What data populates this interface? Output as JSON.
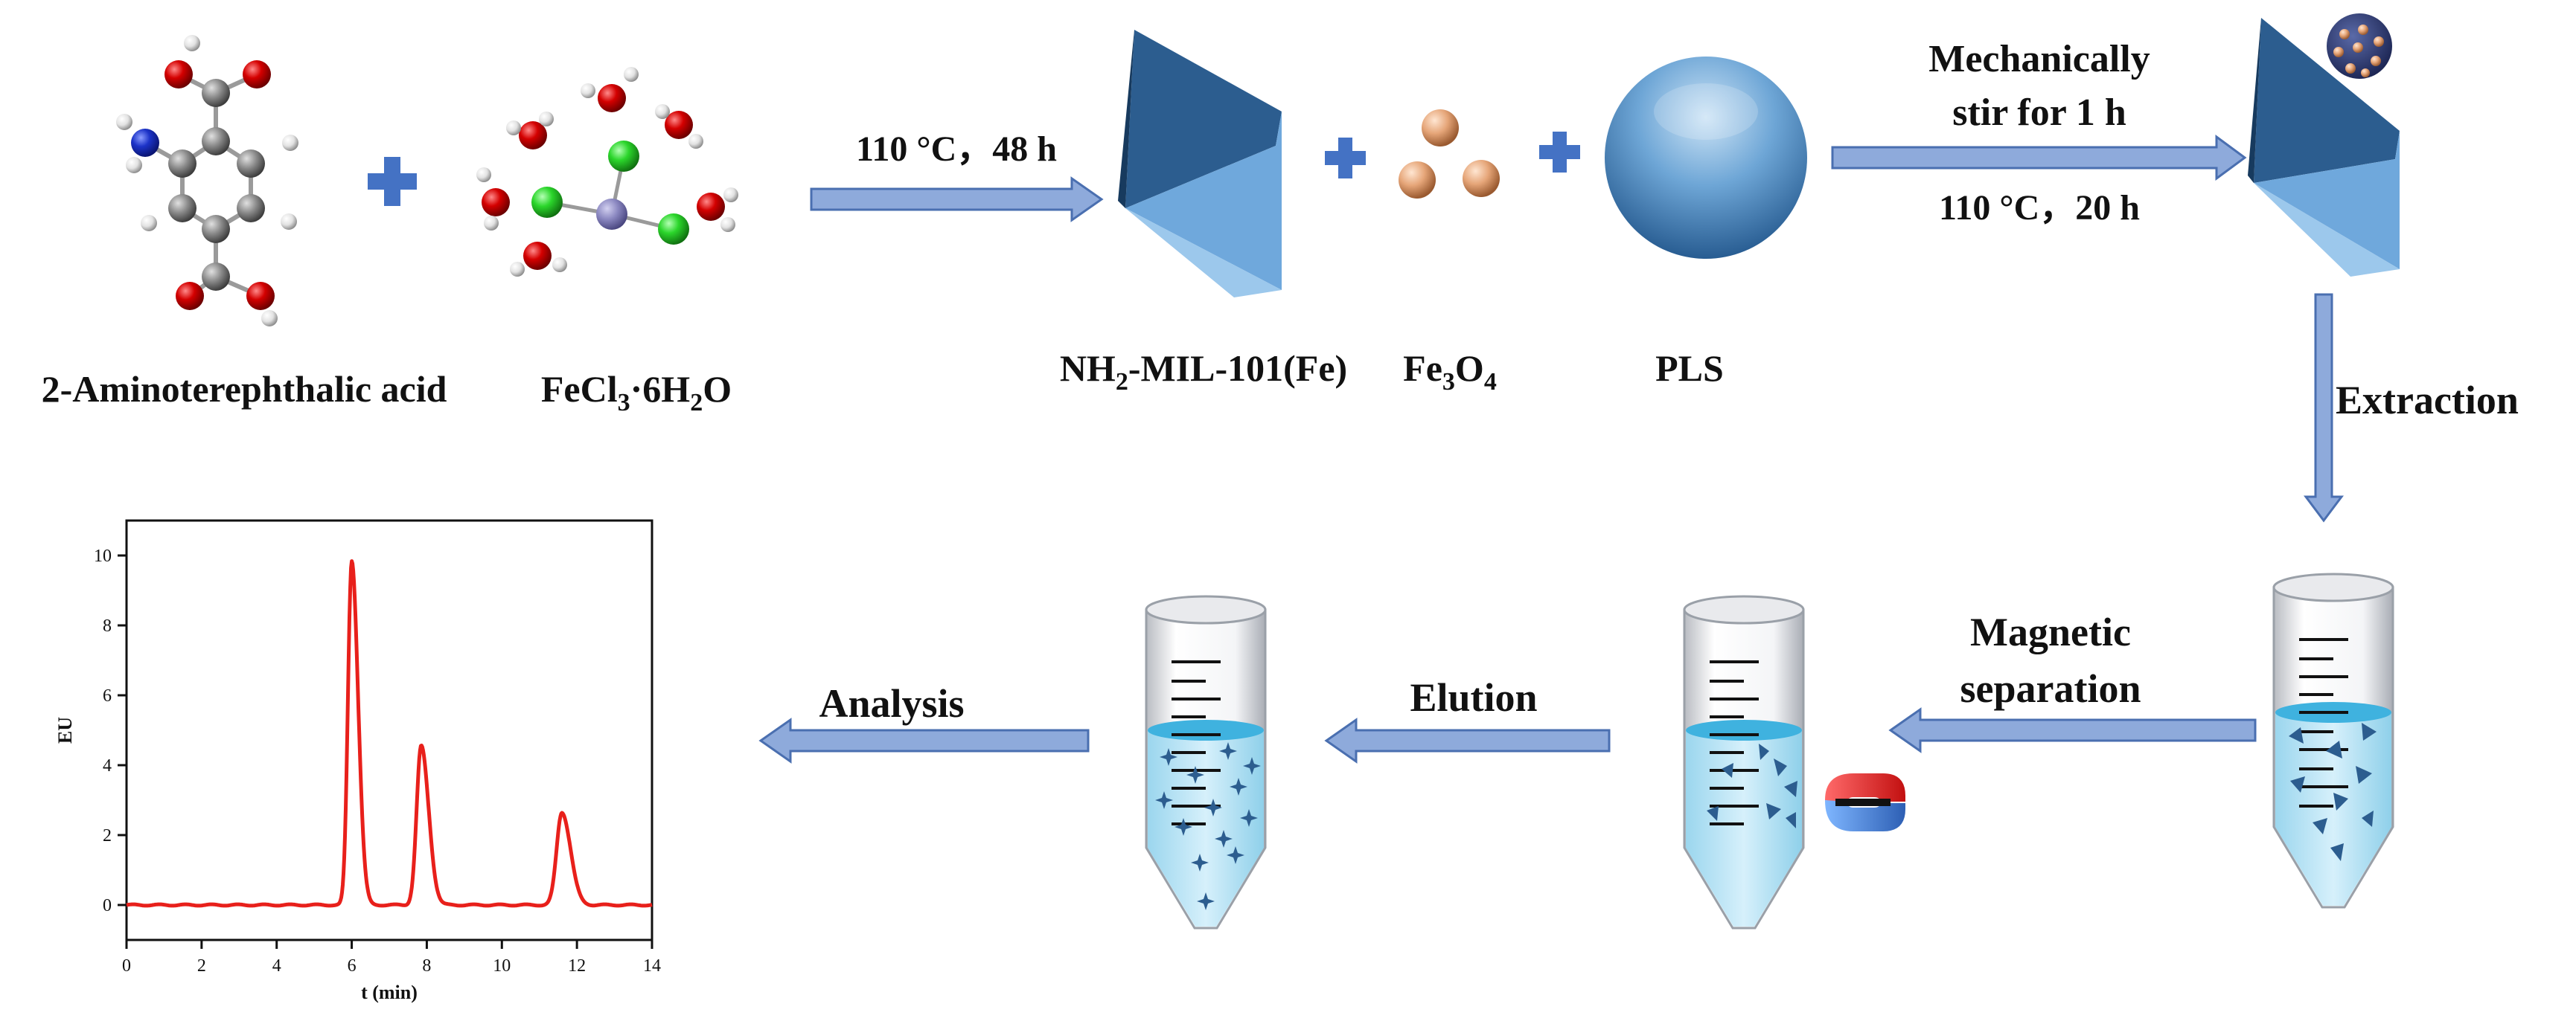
{
  "labels": {
    "amino_acid": "2-Aminoterephthalic acid",
    "fecl3": {
      "base": "FeCl",
      "sub1": "3",
      "mid": "·6H",
      "sub2": "2",
      "end": "O"
    },
    "mof": {
      "base": "NH",
      "sub": "2",
      "rest": "-MIL-101(Fe)"
    },
    "fe3o4": {
      "a": "Fe",
      "sub1": "3",
      "b": "O",
      "sub2": "4"
    },
    "pls": "PLS"
  },
  "steps": {
    "synthesis": "110 °C，48 h",
    "stir_line1": "Mechanically",
    "stir_line2": "stir for 1 h",
    "heat": "110 °C，20 h",
    "extraction": "Extraction",
    "magnetic_line1": "Magnetic",
    "magnetic_line2": "separation",
    "elution": "Elution",
    "analysis": "Analysis"
  },
  "colors": {
    "arrow_fill": "#8eaadb",
    "arrow_stroke": "#4a6fb0",
    "plus": "#4472c4",
    "curve": "#e8201b",
    "oxygen": "#d40000",
    "nitrogen": "#1c33c8",
    "chlorine": "#2bd62b",
    "iron": "#8a87c0",
    "carbon": "#8a8a8a",
    "hydrogen": "#e6e6e6",
    "particle": "#e6a679",
    "sphere": "#4d8ac4",
    "liquid": "#3fb2df"
  },
  "chart_data": {
    "type": "line",
    "xlabel": "t (min)",
    "ylabel": "EU",
    "xlim": [
      0,
      14
    ],
    "ylim": [
      -1,
      11
    ],
    "xticks": [
      0,
      2,
      4,
      6,
      8,
      10,
      12,
      14
    ],
    "yticks": [
      0,
      2,
      4,
      6,
      8,
      10
    ],
    "grid": false,
    "series": [
      {
        "peaks": [
          {
            "t": 6.0,
            "height": 9.85
          },
          {
            "t": 7.85,
            "height": 4.55
          },
          {
            "t": 11.6,
            "height": 2.65
          }
        ]
      }
    ]
  }
}
